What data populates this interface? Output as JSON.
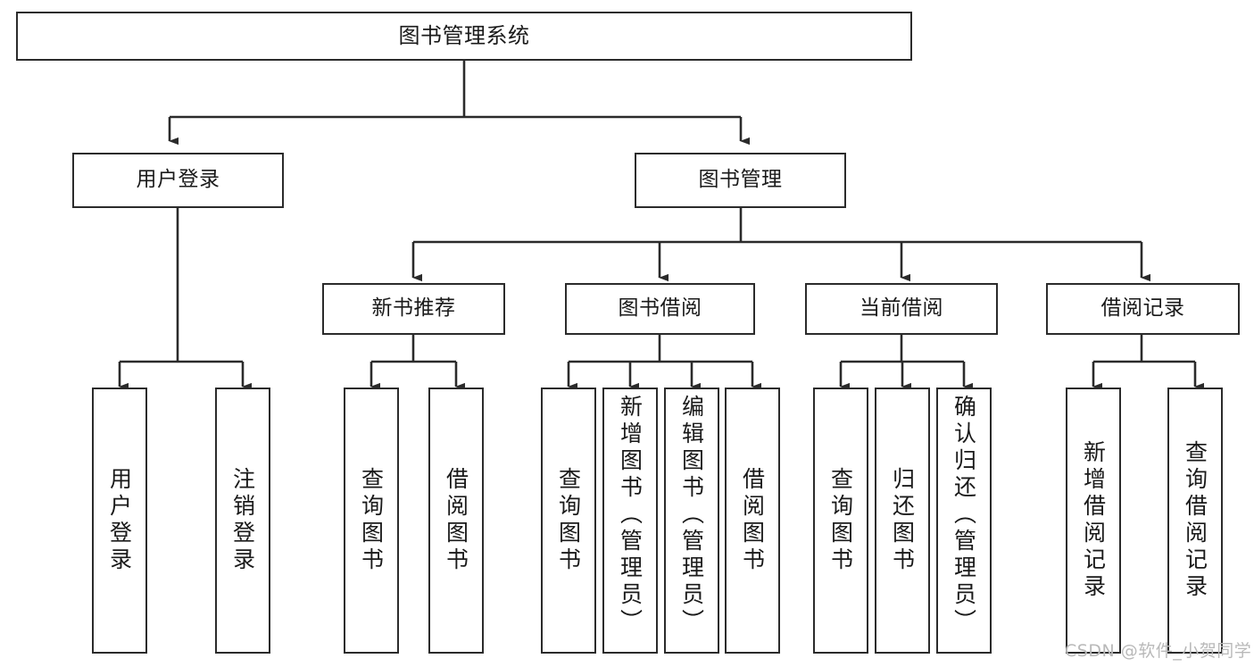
{
  "diagram": {
    "title": "图书管理系统",
    "type": "hierarchy-tree",
    "orientation": "top-down",
    "style": {
      "box_stroke": "#2b2b2b",
      "box_fill": "#ffffff",
      "connector_stroke": "#2b2b2b",
      "text_color": "#1a1a1a",
      "watermark_color": "#b9b9b9"
    },
    "levels": [
      {
        "level": 1,
        "text_orientation": "horizontal"
      },
      {
        "level": 2,
        "text_orientation": "horizontal"
      },
      {
        "level": 3,
        "text_orientation": "horizontal"
      },
      {
        "level": 4,
        "text_orientation": "vertical"
      }
    ],
    "nodes": {
      "root": {
        "label": "图书管理系统"
      },
      "l2": [
        {
          "label": "用户登录"
        },
        {
          "label": "图书管理"
        }
      ],
      "l3": [
        {
          "label": "新书推荐"
        },
        {
          "label": "图书借阅"
        },
        {
          "label": "当前借阅"
        },
        {
          "label": "借阅记录"
        }
      ],
      "leaves_user_login": [
        {
          "label": "用户登录"
        },
        {
          "label": "注销登录"
        }
      ],
      "leaves_new_book": [
        {
          "label": "查询图书"
        },
        {
          "label": "借阅图书"
        }
      ],
      "leaves_borrow": [
        {
          "label": "查询图书"
        },
        {
          "label": "新增图书（管理员）"
        },
        {
          "label": "编辑图书（管理员）"
        },
        {
          "label": "借阅图书"
        }
      ],
      "leaves_current": [
        {
          "label": "查询图书"
        },
        {
          "label": "归还图书"
        },
        {
          "label": "确认归还（管理员）"
        }
      ],
      "leaves_records": [
        {
          "label": "新增借阅记录"
        },
        {
          "label": "查询借阅记录"
        }
      ]
    },
    "edges": [
      {
        "from": "图书管理系统",
        "to": "用户登录"
      },
      {
        "from": "图书管理系统",
        "to": "图书管理"
      },
      {
        "from": "图书管理",
        "to": "新书推荐"
      },
      {
        "from": "图书管理",
        "to": "图书借阅"
      },
      {
        "from": "图书管理",
        "to": "当前借阅"
      },
      {
        "from": "图书管理",
        "to": "借阅记录"
      },
      {
        "from": "用户登录",
        "to": "用户登录"
      },
      {
        "from": "用户登录",
        "to": "注销登录"
      },
      {
        "from": "新书推荐",
        "to": "查询图书"
      },
      {
        "from": "新书推荐",
        "to": "借阅图书"
      },
      {
        "from": "图书借阅",
        "to": "查询图书"
      },
      {
        "from": "图书借阅",
        "to": "新增图书（管理员）"
      },
      {
        "from": "图书借阅",
        "to": "编辑图书（管理员）"
      },
      {
        "from": "图书借阅",
        "to": "借阅图书"
      },
      {
        "from": "当前借阅",
        "to": "查询图书"
      },
      {
        "from": "当前借阅",
        "to": "归还图书"
      },
      {
        "from": "当前借阅",
        "to": "确认归还（管理员）"
      },
      {
        "from": "借阅记录",
        "to": "新增借阅记录"
      },
      {
        "from": "借阅记录",
        "to": "查询借阅记录"
      }
    ]
  },
  "watermark": {
    "text": "CSDN @软件_小贺同学"
  }
}
